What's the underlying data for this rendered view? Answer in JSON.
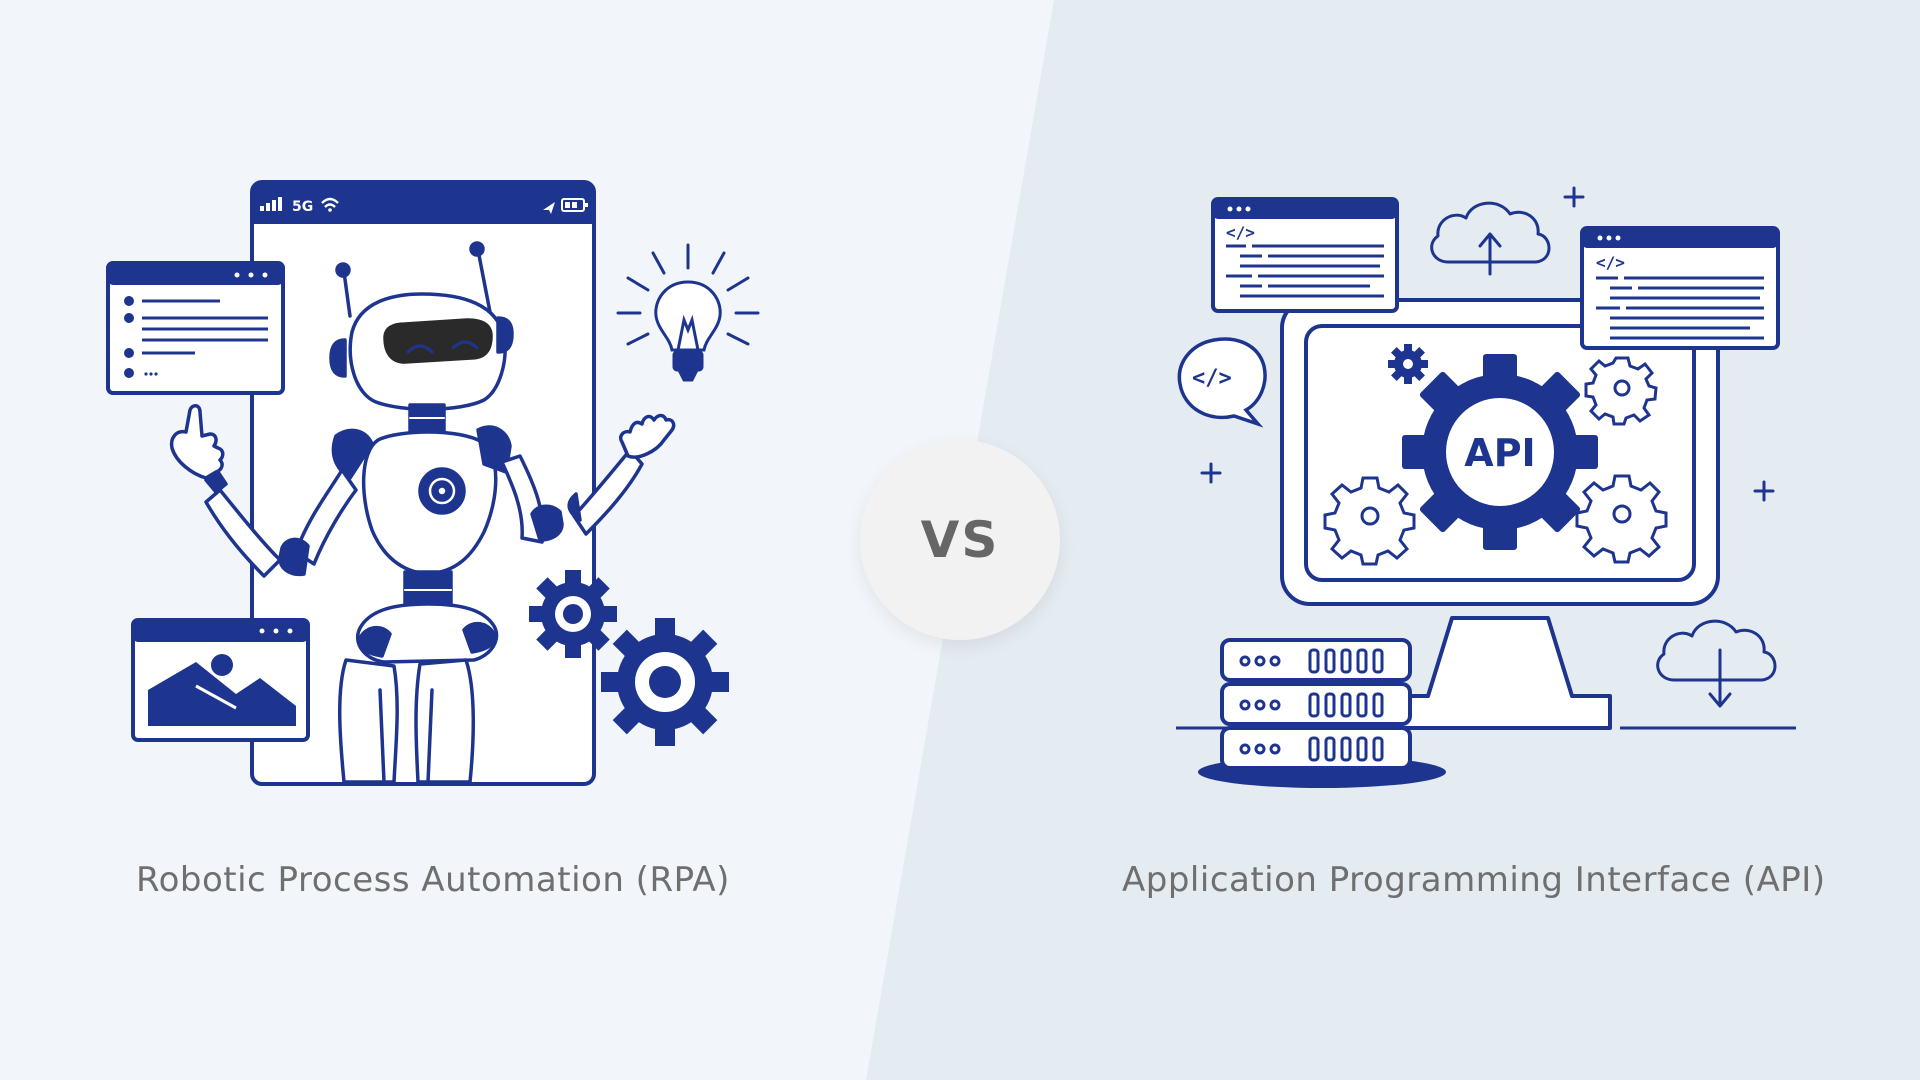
{
  "colors": {
    "primary": "#1e3590",
    "caption_text": "#6f6f6f",
    "vs_text": "#666666",
    "bg_left": "#f2f6fa",
    "bg_right": "#e4ebf1"
  },
  "rpa": {
    "caption": "Robotic Process Automation (RPA)",
    "phone_signal": "5G",
    "icons": [
      "phone-frame-icon",
      "robot-icon",
      "lightbulb-icon",
      "gear-icon",
      "chat-window-icon",
      "image-window-icon"
    ]
  },
  "vs": {
    "label": "VS"
  },
  "api": {
    "caption": "Application Programming Interface (API)",
    "gear_label": "API",
    "code_tag": "</>",
    "icons": [
      "monitor-icon",
      "gear-icon",
      "code-window-icon",
      "cloud-upload-icon",
      "cloud-download-icon",
      "server-icon",
      "code-bubble-icon"
    ]
  }
}
